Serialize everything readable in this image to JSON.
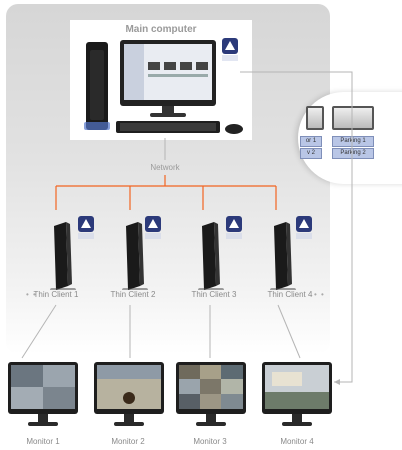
{
  "main_computer": {
    "title": "Main computer"
  },
  "network": {
    "label": "Network"
  },
  "zoom_tags": [
    "Parking 1",
    "Parking 2",
    "or 1",
    "v 2"
  ],
  "thin_clients": [
    {
      "label": "Thin Client 1"
    },
    {
      "label": "Thin Client 2"
    },
    {
      "label": "Thin Client 3"
    },
    {
      "label": "Thin Client 4"
    }
  ],
  "monitors": [
    {
      "label": "Monitor 1"
    },
    {
      "label": "Monitor 2"
    },
    {
      "label": "Monitor 3"
    },
    {
      "label": "Monitor 4"
    }
  ],
  "colors": {
    "network_lines": "#f26522",
    "connector_lines": "#b5b5b5",
    "badge_blue": "#2c3a7a"
  }
}
